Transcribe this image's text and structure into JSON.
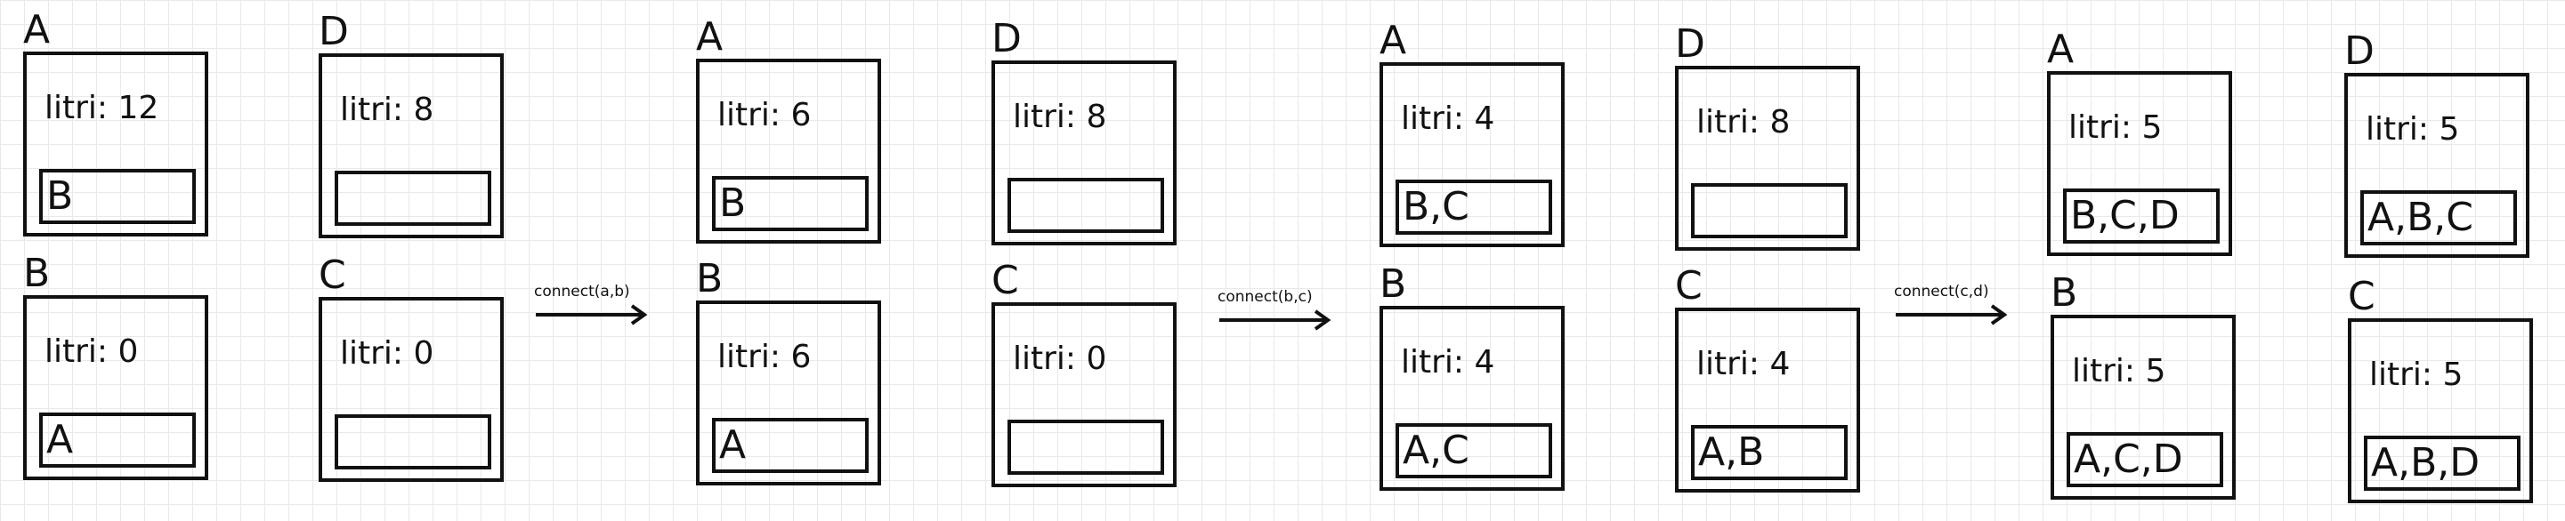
{
  "litri_label": "litri:",
  "stages": [
    {
      "nodes": [
        {
          "name": "A",
          "litri": "12",
          "tag": "B"
        },
        {
          "name": "D",
          "litri": "8",
          "tag": ""
        },
        {
          "name": "B",
          "litri": "0",
          "tag": "A"
        },
        {
          "name": "C",
          "litri": "0",
          "tag": ""
        }
      ]
    },
    {
      "nodes": [
        {
          "name": "A",
          "litri": "6",
          "tag": "B"
        },
        {
          "name": "D",
          "litri": "8",
          "tag": ""
        },
        {
          "name": "B",
          "litri": "6",
          "tag": "A"
        },
        {
          "name": "C",
          "litri": "0",
          "tag": ""
        }
      ]
    },
    {
      "nodes": [
        {
          "name": "A",
          "litri": "4",
          "tag": "B,C"
        },
        {
          "name": "D",
          "litri": "8",
          "tag": ""
        },
        {
          "name": "B",
          "litri": "4",
          "tag": "A,C"
        },
        {
          "name": "C",
          "litri": "4",
          "tag": "A,B"
        }
      ]
    },
    {
      "nodes": [
        {
          "name": "A",
          "litri": "5",
          "tag": "B,C,D"
        },
        {
          "name": "D",
          "litri": "5",
          "tag": "A,B,C"
        },
        {
          "name": "B",
          "litri": "5",
          "tag": "A,C,D"
        },
        {
          "name": "C",
          "litri": "5",
          "tag": "A,B,D"
        }
      ]
    }
  ],
  "arrows": [
    {
      "label": "connect(a,b)"
    },
    {
      "label": "connect(b,c)"
    },
    {
      "label": "connect(c,d)"
    }
  ]
}
